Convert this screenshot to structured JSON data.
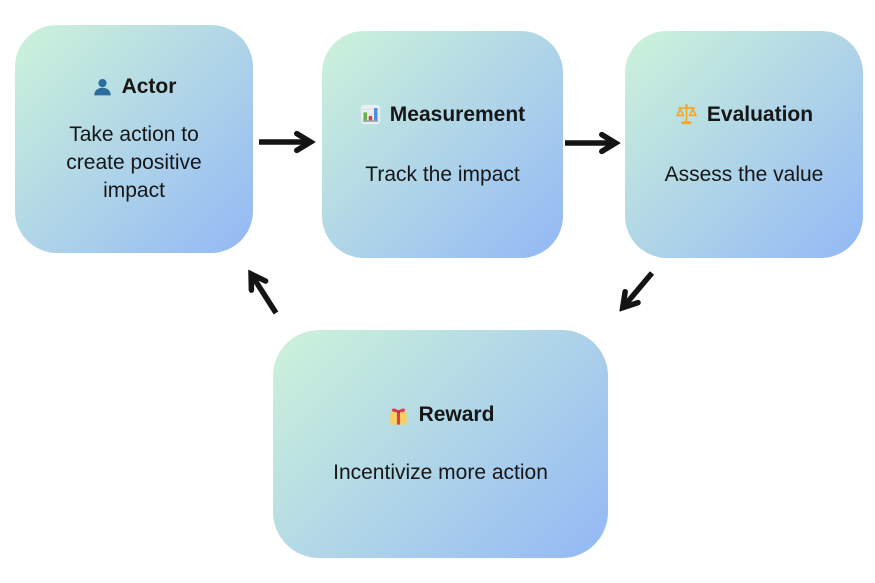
{
  "diagram": {
    "background_color": "#ffffff",
    "card_gradient": {
      "from": "#cdf3da",
      "to": "#93b8f5"
    },
    "arrow_color": "#141414",
    "nodes": [
      {
        "id": "actor",
        "icon": "person-icon",
        "icon_color": "#2e6b9e",
        "title": "Actor",
        "body": "Take action to\ncreate positive\nimpact"
      },
      {
        "id": "measurement",
        "icon": "bar-chart-icon",
        "icon_colors": {
          "green_bar": "#67b346",
          "red_bar": "#dd3e3e",
          "blue_bar": "#4a90e2",
          "panel": "#eceff1"
        },
        "title": "Measurement",
        "body": "Track the impact"
      },
      {
        "id": "evaluation",
        "icon": "scales-icon",
        "icon_color": "#f5a623",
        "title": "Evaluation",
        "body": "Assess the value"
      },
      {
        "id": "reward",
        "icon": "gift-icon",
        "icon_colors": {
          "box": "#f8cf61",
          "ribbon": "#dd3e52"
        },
        "title": "Reward",
        "body": "Incentivize more action"
      }
    ],
    "arrows": [
      {
        "from": "actor",
        "to": "measurement"
      },
      {
        "from": "measurement",
        "to": "evaluation"
      },
      {
        "from": "evaluation",
        "to": "reward"
      },
      {
        "from": "reward",
        "to": "actor"
      }
    ]
  }
}
